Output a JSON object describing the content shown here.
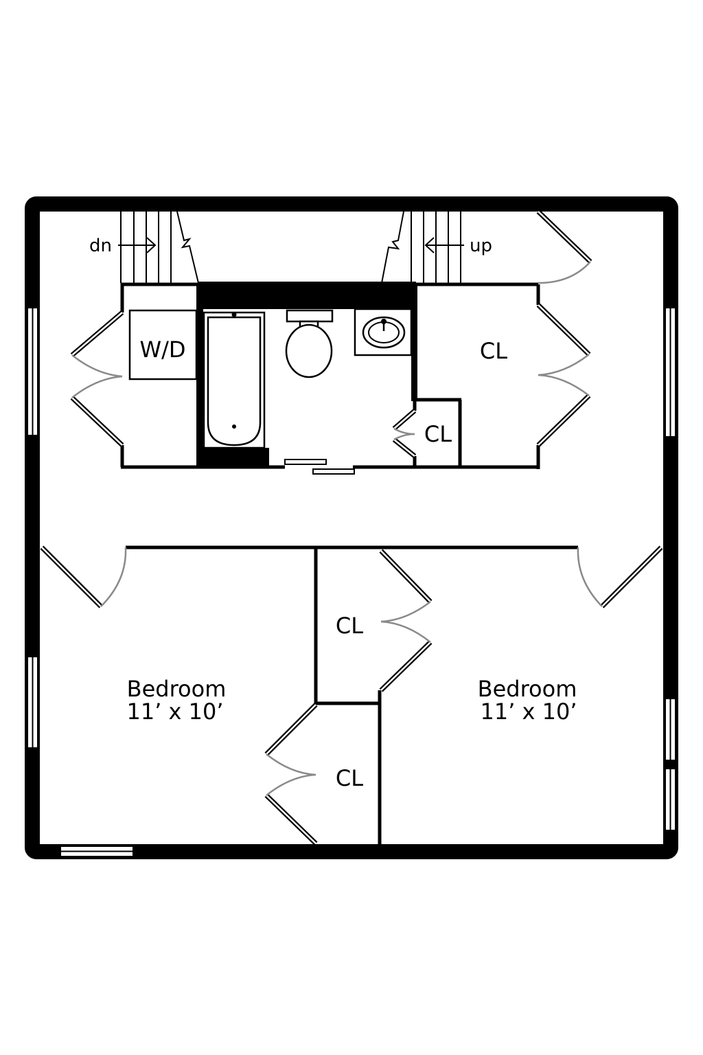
{
  "floor_plan": {
    "stairs": {
      "down_label": "dn",
      "up_label": "up"
    },
    "utility": {
      "washer_dryer_label": "W/D"
    },
    "closets": {
      "hall_closet_large": "CL",
      "hall_closet_small": "CL",
      "bedroom_closet_upper": "CL",
      "bedroom_closet_lower": "CL"
    },
    "bedrooms": [
      {
        "name": "Bedroom",
        "size": "11’ x 10’"
      },
      {
        "name": "Bedroom",
        "size": "11’ x 10’"
      }
    ]
  },
  "colors": {
    "wall": "#000000",
    "door_swing": "#8a8a8a",
    "background": "#ffffff"
  }
}
